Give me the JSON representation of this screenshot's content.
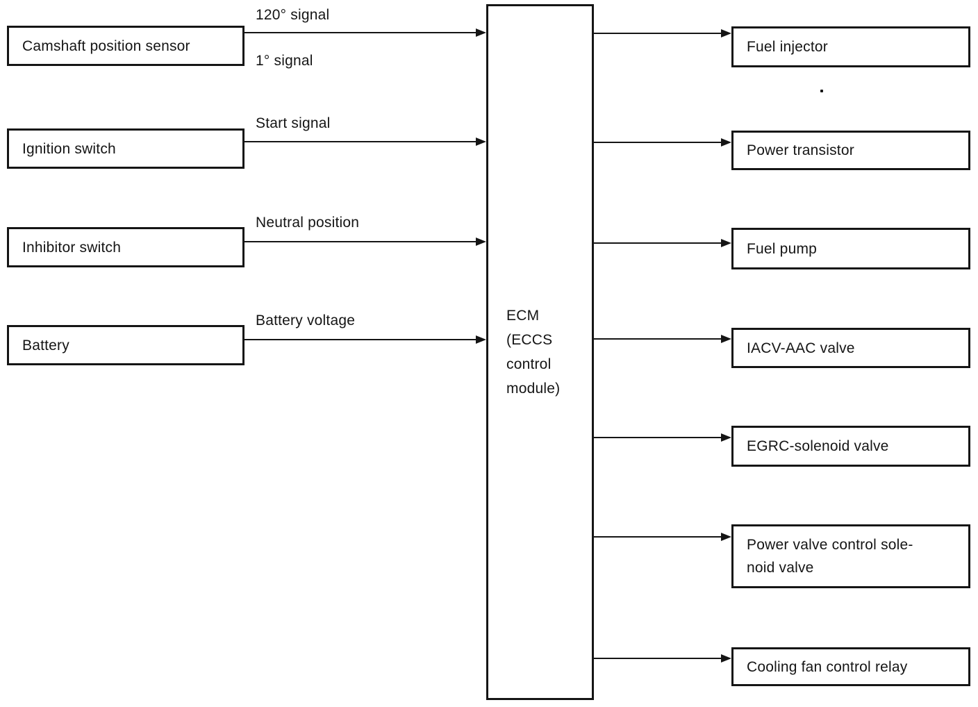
{
  "diagram": {
    "inputs": [
      {
        "label": "Camshaft position sensor"
      },
      {
        "label": "Ignition switch"
      },
      {
        "label": "Inhibitor switch"
      },
      {
        "label": "Battery"
      }
    ],
    "signals": [
      {
        "label": "120° signal"
      },
      {
        "label": "1° signal"
      },
      {
        "label": "Start signal"
      },
      {
        "label": "Neutral position"
      },
      {
        "label": "Battery voltage"
      }
    ],
    "ecm": {
      "lines": [
        "ECM",
        "(ECCS",
        "control",
        "module)"
      ]
    },
    "outputs": [
      {
        "lines": [
          "Fuel injector",
          ""
        ]
      },
      {
        "lines": [
          "Power transistor",
          ""
        ]
      },
      {
        "lines": [
          "Fuel pump",
          ""
        ]
      },
      {
        "lines": [
          "IACV-AAC valve",
          ""
        ]
      },
      {
        "lines": [
          "EGRC-solenoid valve",
          ""
        ]
      },
      {
        "lines": [
          "Power valve control sole-",
          "noid valve"
        ]
      },
      {
        "lines": [
          "Cooling fan control relay",
          ""
        ]
      }
    ],
    "colors": {
      "ink": "#151515",
      "background": "#ffffff"
    }
  }
}
